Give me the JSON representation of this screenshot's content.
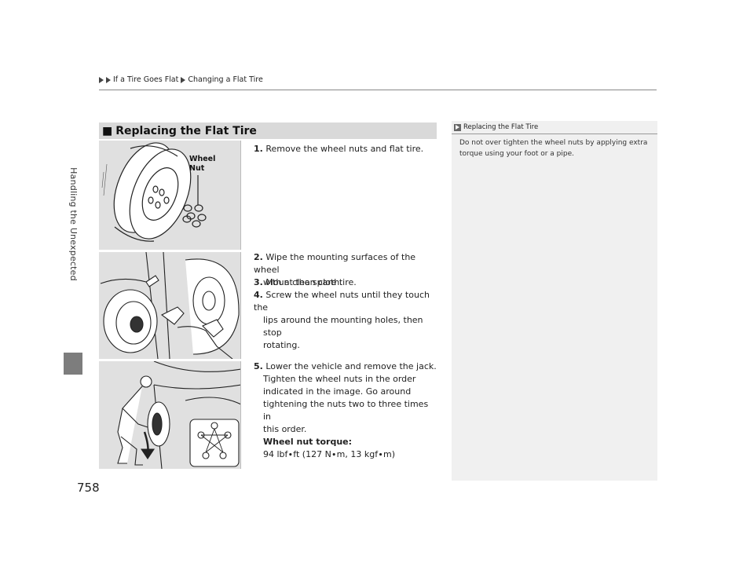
{
  "breadcrumb": {
    "item1": "If a Tire Goes Flat",
    "item2": "Changing a Flat Tire"
  },
  "side_label": "Handling the Unexpected",
  "page_number": "758",
  "section": {
    "marker": "■",
    "title": "Replacing the Flat Tire"
  },
  "figure1": {
    "label_line1": "Wheel",
    "label_line2": "Nut"
  },
  "steps": {
    "s1": {
      "num": "1.",
      "text": "Remove the wheel nuts and flat tire."
    },
    "s2": {
      "num": "2.",
      "line1": "Wipe the mounting surfaces of the wheel",
      "line2": "with a clean cloth."
    },
    "s3": {
      "num": "3.",
      "text": "Mount the spare tire."
    },
    "s4": {
      "num": "4.",
      "line1": "Screw the wheel nuts until they touch the",
      "line2": "lips around the mounting holes, then stop",
      "line3": "rotating."
    },
    "s5": {
      "num": "5.",
      "line1": "Lower the vehicle and remove the jack.",
      "line2": "Tighten the wheel nuts in the order",
      "line3": "indicated in the image. Go around",
      "line4": "tightening the nuts two to three times in",
      "line5": "this order.",
      "torque_label": "Wheel nut torque:",
      "torque_value": "94 lbf∙ft (127 N∙m, 13 kgf∙m)"
    }
  },
  "note": {
    "title": "Replacing the Flat Tire",
    "line1": "Do not over tighten the wheel nuts by applying extra",
    "line2": "torque using your foot or a pipe."
  }
}
